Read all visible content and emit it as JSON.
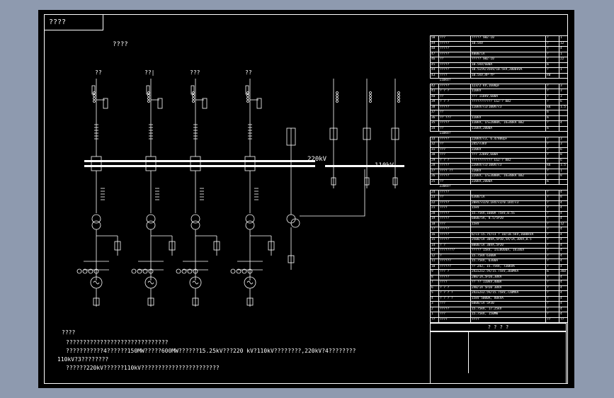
{
  "drawing": {
    "title_tab": "????",
    "diagram_title": "????",
    "bus_220_label": "220kV",
    "bus_110_label": "110kV",
    "unit_labels": [
      "??",
      "??|",
      "???",
      "??"
    ],
    "notes_title": "????",
    "notes": [
      "??????????????????????????????",
      "???????????4??????150MW?????600MW??????15.25kV???220 kV?110kV????????,220kV?4????????",
      "110kV?3????????",
      "??????220kV??????110kV???????????????????????"
    ]
  },
  "bom": {
    "rows": [
      [
        "50",
        "???",
        "?????  SW2-10",
        "?",
        "1"
      ],
      [
        "49",
        "?????",
        "10.5kV",
        "?",
        "12"
      ],
      [
        "48",
        "?????",
        "",
        "?",
        "4"
      ],
      [
        "47",
        "?????",
        "4000/1A",
        "?",
        "1"
      ],
      [
        "46",
        "??",
        "?????   SW2-10",
        "?",
        "22"
      ],
      [
        "45",
        "?????",
        "10.5kV/600A",
        "m",
        ""
      ],
      [
        "44",
        "?????",
        "10.5±5%/35kV/10.5kV,2000kVA",
        "?",
        "1"
      ],
      [
        "43",
        "????",
        "10.5kV,RP-YP",
        "kW",
        ""
      ],
      [
        "",
        "110kV?",
        "",
        "",
        ""
      ],
      [
        "42",
        "?????",
        "123/2 kV,1600pF",
        "?",
        "3"
      ],
      [
        "41",
        "? ? ?",
        "110kV",
        "?",
        "3"
      ],
      [
        "40",
        "??",
        "???   110kV,600A",
        "?",
        "3"
      ],
      [
        "39",
        "? ? ?",
        "???????????  LGJ-? mm2",
        "?",
        "6"
      ],
      [
        "38",
        "?????",
        "110kV/√3/100V/√3",
        "km",
        "1.5"
      ],
      [
        "37",
        "??",
        "",
        "m",
        ""
      ],
      [
        "36",
        "?? ???",
        "110kV",
        "m",
        ""
      ],
      [
        "35",
        "?????",
        "110kV, In=2000A, Ik=40kA mm2",
        "?",
        "4"
      ],
      [
        "34",
        "??",
        "110kV,2000A",
        "m",
        ""
      ],
      [
        "",
        "110kV?",
        "",
        "",
        ""
      ],
      [
        "33",
        "?????",
        "220kV/√3, 6.4/800pF",
        "?",
        "3"
      ],
      [
        "32",
        "??",
        "245/√3kV",
        "?",
        "3"
      ],
      [
        "31",
        "???",
        "220kV",
        "?",
        "6"
      ],
      [
        "30",
        "???",
        "???   220kV,600A",
        "?",
        "8"
      ],
      [
        "29",
        "? ? ?",
        "???????????  LGJ-? mm2",
        "?",
        "6"
      ],
      [
        "28",
        "?????",
        "220kV/√3/100V/√3",
        "km",
        "1.5"
      ],
      [
        "27",
        "????  ??",
        "220kV",
        "?",
        "1"
      ],
      [
        "26",
        "?????",
        "220kV, In=3000A, Ik=40kA mm2",
        "?",
        "8"
      ],
      [
        "25",
        "??",
        "220kV,2000A",
        "m",
        ""
      ],
      [
        "",
        "220kV?",
        "",
        "",
        ""
      ],
      [
        "24",
        "?????",
        "",
        "?",
        "4"
      ],
      [
        "23",
        "??",
        "6300/1A",
        "?",
        "8"
      ],
      [
        "22",
        "?????",
        "20kV/√3/0.1kV/√3/0.1kV/√3",
        "?",
        "4"
      ],
      [
        "21",
        "????",
        "15kV",
        "?",
        "4"
      ],
      [
        "20",
        "?????",
        "15.75kV,1600A  75kV,0.5S",
        "?",
        "4"
      ],
      [
        "19",
        "?????",
        "6000/5A, 0.5/5P20",
        "?",
        "4"
      ],
      [
        "18",
        "???",
        "15kV",
        "?",
        "12"
      ],
      [
        "17",
        "?????",
        "",
        "?",
        "4"
      ],
      [
        "16",
        "?????",
        "6/√3-15.75/√3 ?  10/10.5kV,1600kVA",
        "?",
        "4"
      ],
      [
        "15",
        "?????",
        "2500/1A 30VA,5P10,5A/1A,30VA,0.5",
        "?",
        "4"
      ],
      [
        "14",
        "? ?",
        "8000/1A 30VA,5P20",
        "?",
        "4"
      ],
      [
        "13",
        "????????",
        "?????  15kV, In=8000A, Ik=8kA",
        "?",
        "4"
      ],
      [
        "12",
        "?",
        "15.75kV 6300A",
        "?",
        "4"
      ],
      [
        "11",
        "??????",
        "15.75kV, 6300A",
        "?",
        "4"
      ],
      [
        "10",
        "??????",
        "??  242, 15.75kV, 720kVA",
        "?",
        "4"
      ],
      [
        "9",
        "??? ?",
        "242±2x2.5%/15.75kV,360MVA",
        "m",
        "360"
      ],
      [
        "8",
        "?????",
        "200/1A,5P20,30VA",
        "?",
        "4"
      ],
      [
        "7",
        "????",
        "?? ??  110kV,400A",
        "?",
        "4"
      ],
      [
        "6",
        "? ? ?",
        "240/1A 5P20 30VA",
        "?",
        "4"
      ],
      [
        "5",
        "? ? ? ?",
        "242±2x2.5%/15.75kV,720MVA",
        "?",
        "4"
      ],
      [
        "4",
        "? ? ? ?",
        "15kV 5000A, 80kVA",
        "?",
        "4"
      ],
      [
        "3",
        "???",
        "6000/1A 5P30",
        "?",
        "4"
      ],
      [
        "2",
        "?????",
        "15.75kV, 17.25kV",
        "?",
        "4"
      ],
      [
        "1",
        "???",
        "15.75kV, 150MW",
        "?",
        "4"
      ],
      [
        "??",
        "????",
        "????",
        "??",
        "??"
      ]
    ],
    "footer_label": "?   ?   ?   ?"
  }
}
